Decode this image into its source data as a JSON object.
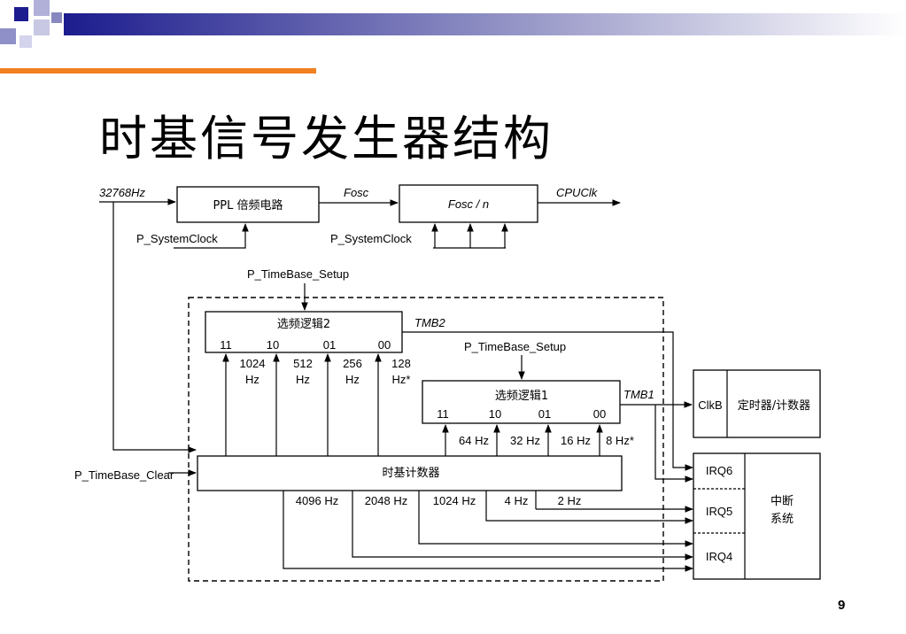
{
  "slide": {
    "title": "时基信号发生器结构",
    "page_number": "9"
  },
  "diagram": {
    "inputs": {
      "clock_32768": "32768Hz",
      "system_clock_1": "P_SystemClock",
      "system_clock_2": "P_SystemClock",
      "timebase_setup_1": "P_TimeBase_Setup",
      "timebase_setup_2": "P_TimeBase_Setup",
      "timebase_clear": "P_TimeBase_Clear"
    },
    "ppl_box": "PPL 倍频电路",
    "fosc_label": "Fosc",
    "fosc_n_box": "Fosc / n",
    "cpuclk_label": "CPUClk",
    "select_logic_2": {
      "title": "选频逻辑2",
      "codes": [
        "11",
        "10",
        "01",
        "00"
      ],
      "freqs": [
        {
          "value": "1024",
          "unit": "Hz"
        },
        {
          "value": "512",
          "unit": "Hz"
        },
        {
          "value": "256",
          "unit": "Hz"
        },
        {
          "value": "128",
          "unit": "Hz*"
        }
      ],
      "output": "TMB2"
    },
    "select_logic_1": {
      "title": "选频逻辑1",
      "codes": [
        "11",
        "10",
        "01",
        "00"
      ],
      "freqs": [
        "64 Hz",
        "32 Hz",
        "16 Hz",
        "8 Hz*"
      ],
      "output": "TMB1"
    },
    "counter": {
      "title": "时基计数器",
      "outputs": [
        "4096 Hz",
        "2048 Hz",
        "1024 Hz",
        "4 Hz",
        "2 Hz"
      ]
    },
    "timer": {
      "clk_label": "ClkB",
      "title": "定时器/计数器"
    },
    "interrupt": {
      "irqs": [
        "IRQ6",
        "IRQ5",
        "IRQ4"
      ],
      "title_line1": "中断",
      "title_line2": "系统"
    }
  }
}
